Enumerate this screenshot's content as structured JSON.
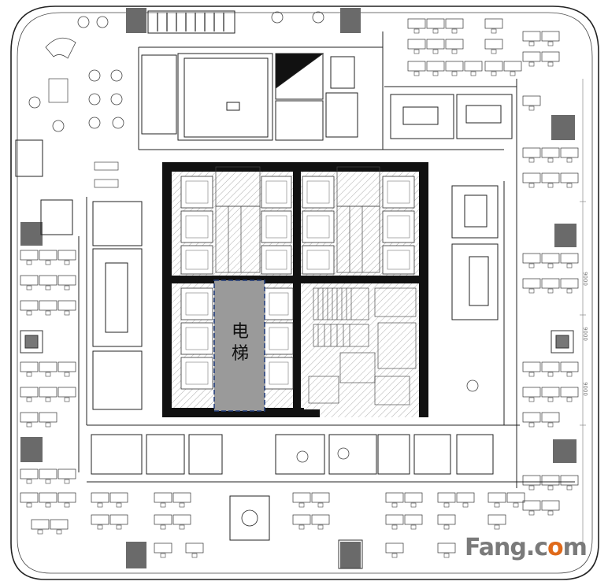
{
  "plan": {
    "elevator_label": "电梯",
    "dims": [
      "9000",
      "9000",
      "9000"
    ]
  },
  "watermark": {
    "text_pre": "Fang",
    "text_mid": ".c",
    "text_o": "o",
    "text_post": "m"
  },
  "colors": {
    "wall": "#111111",
    "elevator_fill": "#9a9a9a",
    "elevator_border": "#1f3a7a",
    "dark_block": "#6a6a6a",
    "watermark": "#7a7a7a"
  }
}
